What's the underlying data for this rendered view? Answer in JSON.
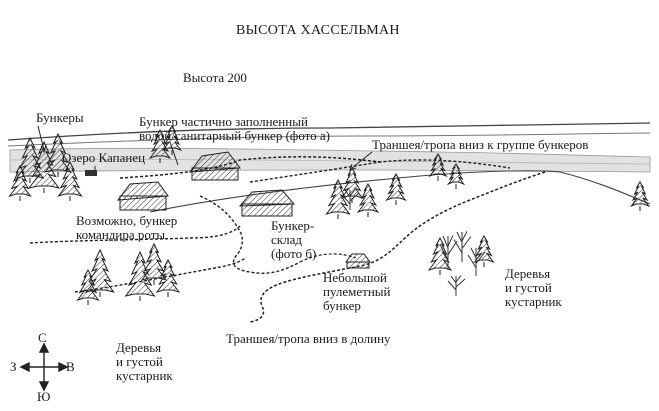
{
  "map": {
    "title": "ВЫСОТА ХАССЕЛЬМАН",
    "labels": {
      "hill_200": "Высота 200",
      "bunkers": "Бункеры",
      "lake": "Озеро Капанец",
      "flooded_bunker": "Бункер частично заполненный\nводой/санитарный бункер (фото а)",
      "trench_to_bunkers": "Траншея/тропа вниз к группе бункеров",
      "commander_bunker": "Возможно, бункер\nкомандира роты",
      "storage_bunker": "Бункер-\nсклад\n(фото б)",
      "mg_bunker": "Небольшой\nпулеметный\nбункер",
      "trees_right": "Деревья\nи густой\nкустарник",
      "trees_left": "Деревья\nи густой\nкустарник",
      "trench_to_valley": "Траншея/тропа вниз в долину"
    },
    "compass": {
      "north": "С",
      "south": "Ю",
      "west": "З",
      "east": "В"
    },
    "colors": {
      "ink": "#1b1b1b",
      "lake_fill": "#e2e2e2",
      "background": "#ffffff"
    }
  }
}
